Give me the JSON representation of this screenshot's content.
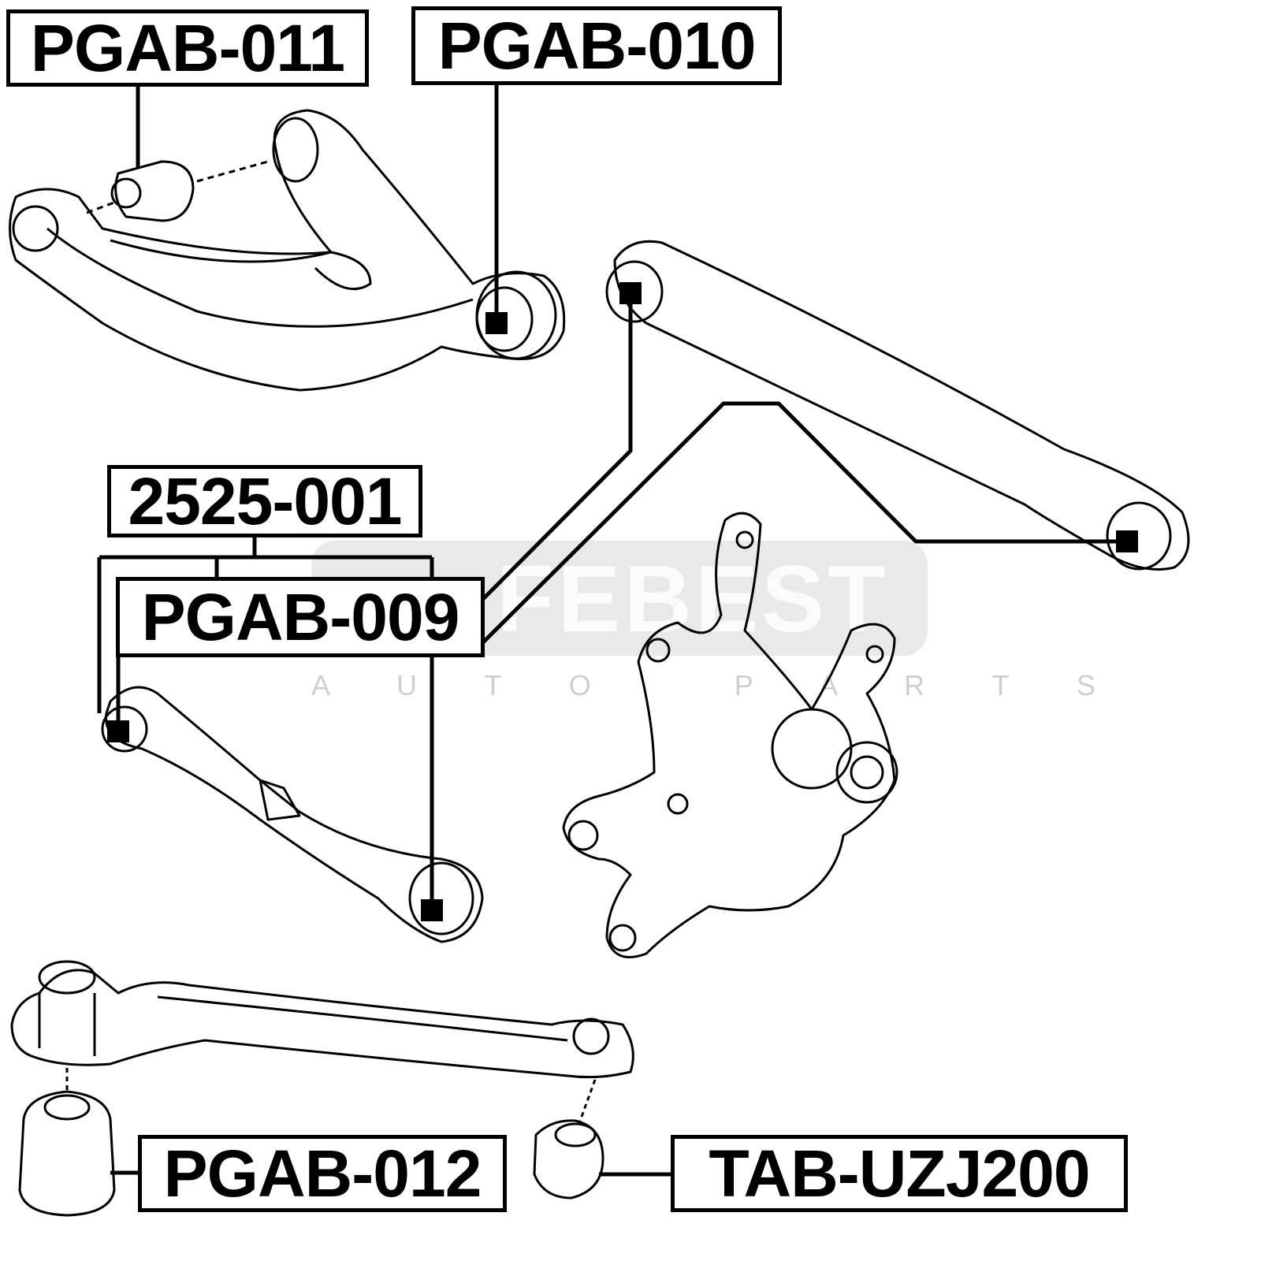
{
  "watermark": {
    "brand": "FEBEST",
    "tagline": "A U T O   P A R T S"
  },
  "labels": {
    "pgab_011": "PGAB-011",
    "pgab_010": "PGAB-010",
    "kit_2525_001": "2525-001",
    "pgab_009": "PGAB-009",
    "pgab_012": "PGAB-012",
    "tab_uzj200": "TAB-UZJ200"
  }
}
